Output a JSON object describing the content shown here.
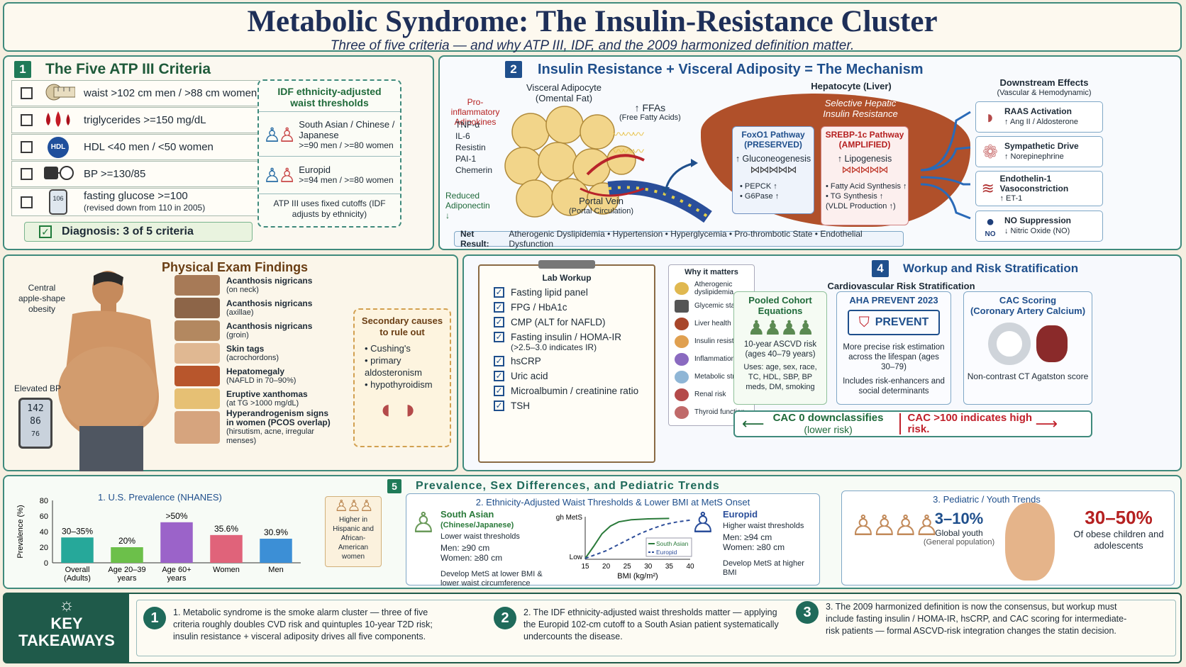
{
  "header": {
    "title": "Metabolic Syndrome: The Insulin-Resistance Cluster",
    "subtitle": "Three of five criteria — and why ATP III, IDF, and the 2009 harmonized definition matter."
  },
  "s1": {
    "num": "1",
    "title": "The Five ATP III Criteria",
    "criteria": [
      {
        "text": "waist >102 cm men / >88 cm women",
        "icon": "tape-measure-icon"
      },
      {
        "text": "triglycerides >=150 mg/dL",
        "icon": "blood-drops-icon"
      },
      {
        "text": "HDL <40 men / <50 women",
        "icon": "hdl-icon",
        "badge": "HDL"
      },
      {
        "text": "BP >=130/85",
        "icon": "bp-cuff-icon"
      },
      {
        "text": "fasting glucose >=100",
        "sub": "(revised down from 110 in 2005)",
        "icon": "glucometer-icon",
        "badge": "106"
      }
    ],
    "diagnosis": "Diagnosis: 3 of 5 criteria",
    "idf": {
      "title": "IDF ethnicity-adjusted waist thresholds",
      "groups": [
        {
          "name": "South Asian / Chinese / Japanese",
          "values": ">=90 men / >=80 women"
        },
        {
          "name": "Europid",
          "values": ">=94 men / >=80 women"
        }
      ],
      "note": "ATP III uses fixed cutoffs (IDF adjusts by ethnicity)"
    }
  },
  "s2": {
    "num": "2",
    "title": "Insulin Resistance + Visceral Adiposity = The Mechanism",
    "adipo_title": "Visceral Adipocyte (Omental Fat)",
    "proinflam": "Pro-inflammatory Adipokines",
    "adipokines": [
      "TNF-α",
      "IL-6",
      "Resistin",
      "PAI-1",
      "Chemerin"
    ],
    "reduced": "Reduced Adiponectin ↓",
    "ffa": "↑ FFAs",
    "ffa_sub": "(Free Fatty Acids)",
    "portal": "Portal Vein",
    "portal_sub": "(Portal Circulation)",
    "hep_title": "Hepatocyte (Liver)",
    "selective": "Selective Hepatic Insulin Resistance",
    "foxo": {
      "title": "FoxO1 Pathway",
      "status": "(PRESERVED)",
      "effect": "↑ Gluconeogenesis",
      "items": [
        "• PEPCK ↑",
        "• G6Pase ↑"
      ]
    },
    "srebp": {
      "title": "SREBP-1c Pathway",
      "status": "(AMPLIFIED)",
      "effect": "↑ Lipogenesis",
      "items": [
        "• Fatty Acid Synthesis ↑",
        "• TG Synthesis ↑",
        "(VLDL Production ↑)"
      ]
    },
    "downstream": "Downstream Effects",
    "downstream_sub": "(Vascular & Hemodynamic)",
    "effects": [
      {
        "title": "RAAS Activation",
        "sub": "↑ Ang II / Aldosterone",
        "icon": "kidney-icon"
      },
      {
        "title": "Sympathetic Drive",
        "sub": "↑ Norepinephrine",
        "icon": "brain-icon"
      },
      {
        "title": "Endothelin-1 Vasoconstriction",
        "sub": "↑ ET-1",
        "icon": "vessel-icon"
      },
      {
        "title": "NO Suppression",
        "sub": "↓ Nitric Oxide (NO)",
        "icon": "no-molecule-icon",
        "badge": "NO"
      }
    ],
    "net_label": "Net Result:",
    "net": "Atherogenic Dyslipidemia • Hypertension • Hyperglycemia • Pro-thrombotic State • Endothelial Dysfunction"
  },
  "exam": {
    "title": "Physical Exam Findings",
    "central": "Central apple-shape obesity",
    "bp": "Elevated BP",
    "bp_vals": [
      "142",
      "86",
      "76"
    ],
    "findings": [
      {
        "t": "Acanthosis nigricans",
        "s": "(on neck)"
      },
      {
        "t": "Acanthosis nigricans",
        "s": "(axillae)"
      },
      {
        "t": "Acanthosis nigricans",
        "s": "(groin)"
      },
      {
        "t": "Skin tags",
        "s": "(acrochordons)"
      },
      {
        "t": "Hepatomegaly",
        "s": "(NAFLD in 70–90%)"
      },
      {
        "t": "Eruptive xanthomas",
        "s": "(at TG >1000 mg/dL)"
      },
      {
        "t": "Hyperandrogenism signs in women (PCOS overlap)",
        "s": "(hirsutism, acne, irregular menses)"
      }
    ],
    "secondary": {
      "title": "Secondary causes to rule out",
      "items": [
        "• Cushing's",
        "• primary aldosteronism",
        "• hypothyroidism"
      ]
    }
  },
  "s4": {
    "num": "4",
    "title": "Workup and Risk Stratification",
    "lab_title": "Lab Workup",
    "labs": [
      "Fasting lipid panel",
      "FPG / HbA1c",
      "CMP (ALT for NAFLD)",
      "Fasting insulin / HOMA-IR",
      "(>2.5–3.0 indicates IR)",
      "hsCRP",
      "Uric acid",
      "Microalbumin / creatinine ratio",
      "TSH"
    ],
    "why_title": "Why it matters",
    "why": [
      "Atherogenic dyslipidemia",
      "Glycemic status",
      "Liver health",
      "Insulin resistance",
      "Inflammation",
      "Metabolic stress",
      "Renal risk",
      "Thyroid function"
    ],
    "cv_title": "Cardiovascular Risk Stratification",
    "pce": {
      "title": "Pooled Cohort Equations",
      "risk": "10-year ASCVD risk (ages 40–79 years)",
      "uses": "Uses: age, sex, race, TC, HDL, SBP, BP meds, DM, smoking"
    },
    "prevent": {
      "title": "AHA PREVENT 2023",
      "logo": "PREVENT",
      "desc": "More precise risk estimation across the lifespan (ages 30–79)",
      "inc": "Includes risk-enhancers and social determinants"
    },
    "cac": {
      "title": "CAC Scoring",
      "sub": "(Coronary Artery Calcium)",
      "desc": "Non-contrast CT Agatston score"
    },
    "cac0": "CAC 0 downclassifies",
    "cac0_sub": "(lower risk)",
    "cac100": "CAC >100 indicates high risk."
  },
  "s5": {
    "num": "5",
    "title": "Prevalence,  Sex Differences,  and  Pediatric  Trends",
    "prev_title": "1. U.S. Prevalence (NHANES)",
    "hisp": "Higher in Hispanic and African-American women",
    "eth_title": "2. Ethnicity-Adjusted Waist Thresholds & Lower BMI at MetS Onset",
    "sa": {
      "name": "South Asian",
      "name2": "(Chinese/Japanese)",
      "lower": "Lower waist thresholds",
      "men": "Men: ≥90 cm",
      "women": "Women: ≥80 cm",
      "dev": "Develop MetS at lower BMI & lower waist circumference"
    },
    "eu": {
      "name": "Europid",
      "higher": "Higher waist thresholds",
      "men": "Men: ≥94 cm",
      "women": "Women: ≥80 cm",
      "dev": "Develop MetS at higher BMI"
    },
    "ped_title": "3. Pediatric / Youth Trends",
    "youth": "3–10%",
    "youth_l": "Global youth",
    "youth_s": "(General population)",
    "obese": "30–50%",
    "obese_l": "Of obese children and adolescents"
  },
  "takeaways": {
    "label1": "KEY",
    "label2": "TAKEAWAYS",
    "items": [
      {
        "n": "1",
        "t": "1. Metabolic syndrome is the smoke alarm cluster — three of five criteria roughly doubles CVD risk and quintuples 10-year T2D risk; insulin resistance + visceral adiposity drives all five components."
      },
      {
        "n": "2",
        "t": "2. The IDF ethnicity-adjusted waist thresholds matter — applying the Europid 102-cm cutoff to a South Asian patient systematically undercounts the disease."
      },
      {
        "n": "3",
        "t": "3. The 2009 harmonized definition is now the consensus, but workup must include fasting insulin / HOMA-IR, hsCRP, and CAC scoring for intermediate-risk patients — formal ASCVD-risk integration changes the statin decision."
      }
    ]
  },
  "chart_data": [
    {
      "type": "bar",
      "title": "1. U.S. Prevalence (NHANES)",
      "ylabel": "Prevalence (%)",
      "ylim": [
        0,
        80
      ],
      "yticks": [
        0,
        20,
        40,
        60,
        80
      ],
      "categories": [
        "Overall (Adults)",
        "Age 20–39 years",
        "Age 60+ years",
        "Women",
        "Men"
      ],
      "values": [
        32.5,
        20,
        52,
        35.6,
        30.9
      ],
      "labels": [
        "30–35%",
        "20%",
        ">50%",
        "35.6%",
        "30.9%"
      ],
      "colors": [
        "#26a89a",
        "#6cc04a",
        "#9b63c9",
        "#e0637a",
        "#3c8fd6"
      ]
    },
    {
      "type": "line",
      "xlabel": "BMI (kg/m²)",
      "ylabel_top": "High MetS",
      "ylabel_bottom": "Low",
      "xlim": [
        15,
        40
      ],
      "xticks": [
        15,
        20,
        25,
        30,
        35,
        40
      ],
      "series": [
        {
          "name": "South Asian",
          "style": "solid",
          "color": "#2a7a3a",
          "x": [
            15,
            17,
            19,
            21,
            23,
            26,
            30,
            35
          ],
          "y": [
            0.02,
            0.3,
            0.6,
            0.78,
            0.88,
            0.93,
            0.95,
            0.96
          ]
        },
        {
          "name": "Europid",
          "style": "dashed",
          "color": "#2e4e9a",
          "x": [
            15,
            20,
            25,
            28,
            31,
            34,
            37,
            40
          ],
          "y": [
            0.02,
            0.2,
            0.45,
            0.6,
            0.72,
            0.82,
            0.88,
            0.92
          ]
        }
      ]
    }
  ]
}
